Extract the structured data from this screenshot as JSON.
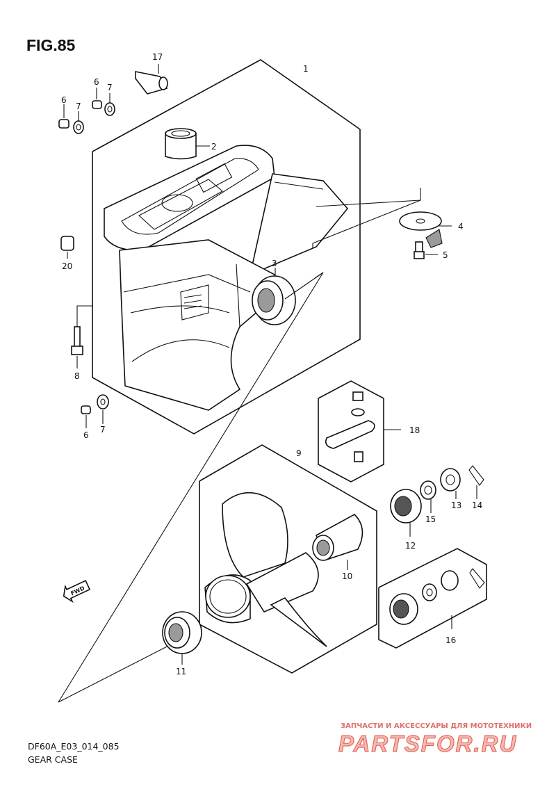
{
  "figure": {
    "title": "FIG.85"
  },
  "footer": {
    "code": "DF60A_E03_014_085",
    "name": "GEAR CASE"
  },
  "watermark": {
    "line1": "ЗАПЧАСТИ И АКСЕССУАРЫ ДЛЯ МОТОТЕХНИКИ",
    "line2": "PARTSFOR.RU",
    "color": "#e3564a"
  },
  "direction_tag": "FWD",
  "callouts": [
    {
      "id": "c1",
      "text": "1"
    },
    {
      "id": "c2",
      "text": "2"
    },
    {
      "id": "c3",
      "text": "3"
    },
    {
      "id": "c4",
      "text": "4"
    },
    {
      "id": "c5",
      "text": "5"
    },
    {
      "id": "c6a",
      "text": "6"
    },
    {
      "id": "c6b",
      "text": "6"
    },
    {
      "id": "c6c",
      "text": "6"
    },
    {
      "id": "c7a",
      "text": "7"
    },
    {
      "id": "c7b",
      "text": "7"
    },
    {
      "id": "c7c",
      "text": "7"
    },
    {
      "id": "c8",
      "text": "8"
    },
    {
      "id": "c9",
      "text": "9"
    },
    {
      "id": "c10",
      "text": "10"
    },
    {
      "id": "c11",
      "text": "11"
    },
    {
      "id": "c12",
      "text": "12"
    },
    {
      "id": "c13",
      "text": "13"
    },
    {
      "id": "c14",
      "text": "14"
    },
    {
      "id": "c15",
      "text": "15"
    },
    {
      "id": "c16",
      "text": "16"
    },
    {
      "id": "c17",
      "text": "17"
    },
    {
      "id": "c18",
      "text": "18"
    },
    {
      "id": "c20",
      "text": "20"
    }
  ]
}
